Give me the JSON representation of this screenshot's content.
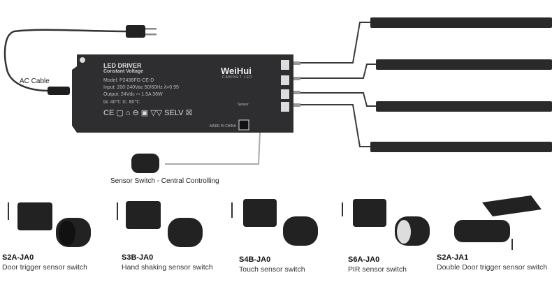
{
  "labels": {
    "ac_cable": "AC Cable",
    "sensor_switch": "Sensor Switch - Central Controlling"
  },
  "driver": {
    "title": "LED DRIVER",
    "subtitle": "Constant Voltage",
    "model": "Model: P2436FG-CE-D",
    "input": "Input: 200-240Vac  50/60Hz  λ>0.95",
    "output": "Output: 24Vdc ⎓ 1.5A  36W",
    "temps": "ta: 40℃  tc: 80℃",
    "brand": "WeiHui",
    "brand_sub": "CABINET LED",
    "certs": "CE ▢ ⌂ ⊖ ▣ ▽▽ SELV ☒",
    "made_in": "MADE IN CHINA",
    "sensor_port": "Sensor"
  },
  "products": [
    {
      "code": "S2A-JA0",
      "name": "Door trigger sensor switch"
    },
    {
      "code": "S3B-JA0",
      "name": "Hand shaking sensor switch"
    },
    {
      "code": "S4B-JA0",
      "name": "Touch sensor switch"
    },
    {
      "code": "S6A-JA0",
      "name": "PIR sensor switch"
    },
    {
      "code": "S2A-JA1",
      "name": "Double Door trigger sensor switch"
    }
  ],
  "colors": {
    "body": "#2e2e30",
    "cable": "#3a3a3a",
    "text": "#222222"
  }
}
